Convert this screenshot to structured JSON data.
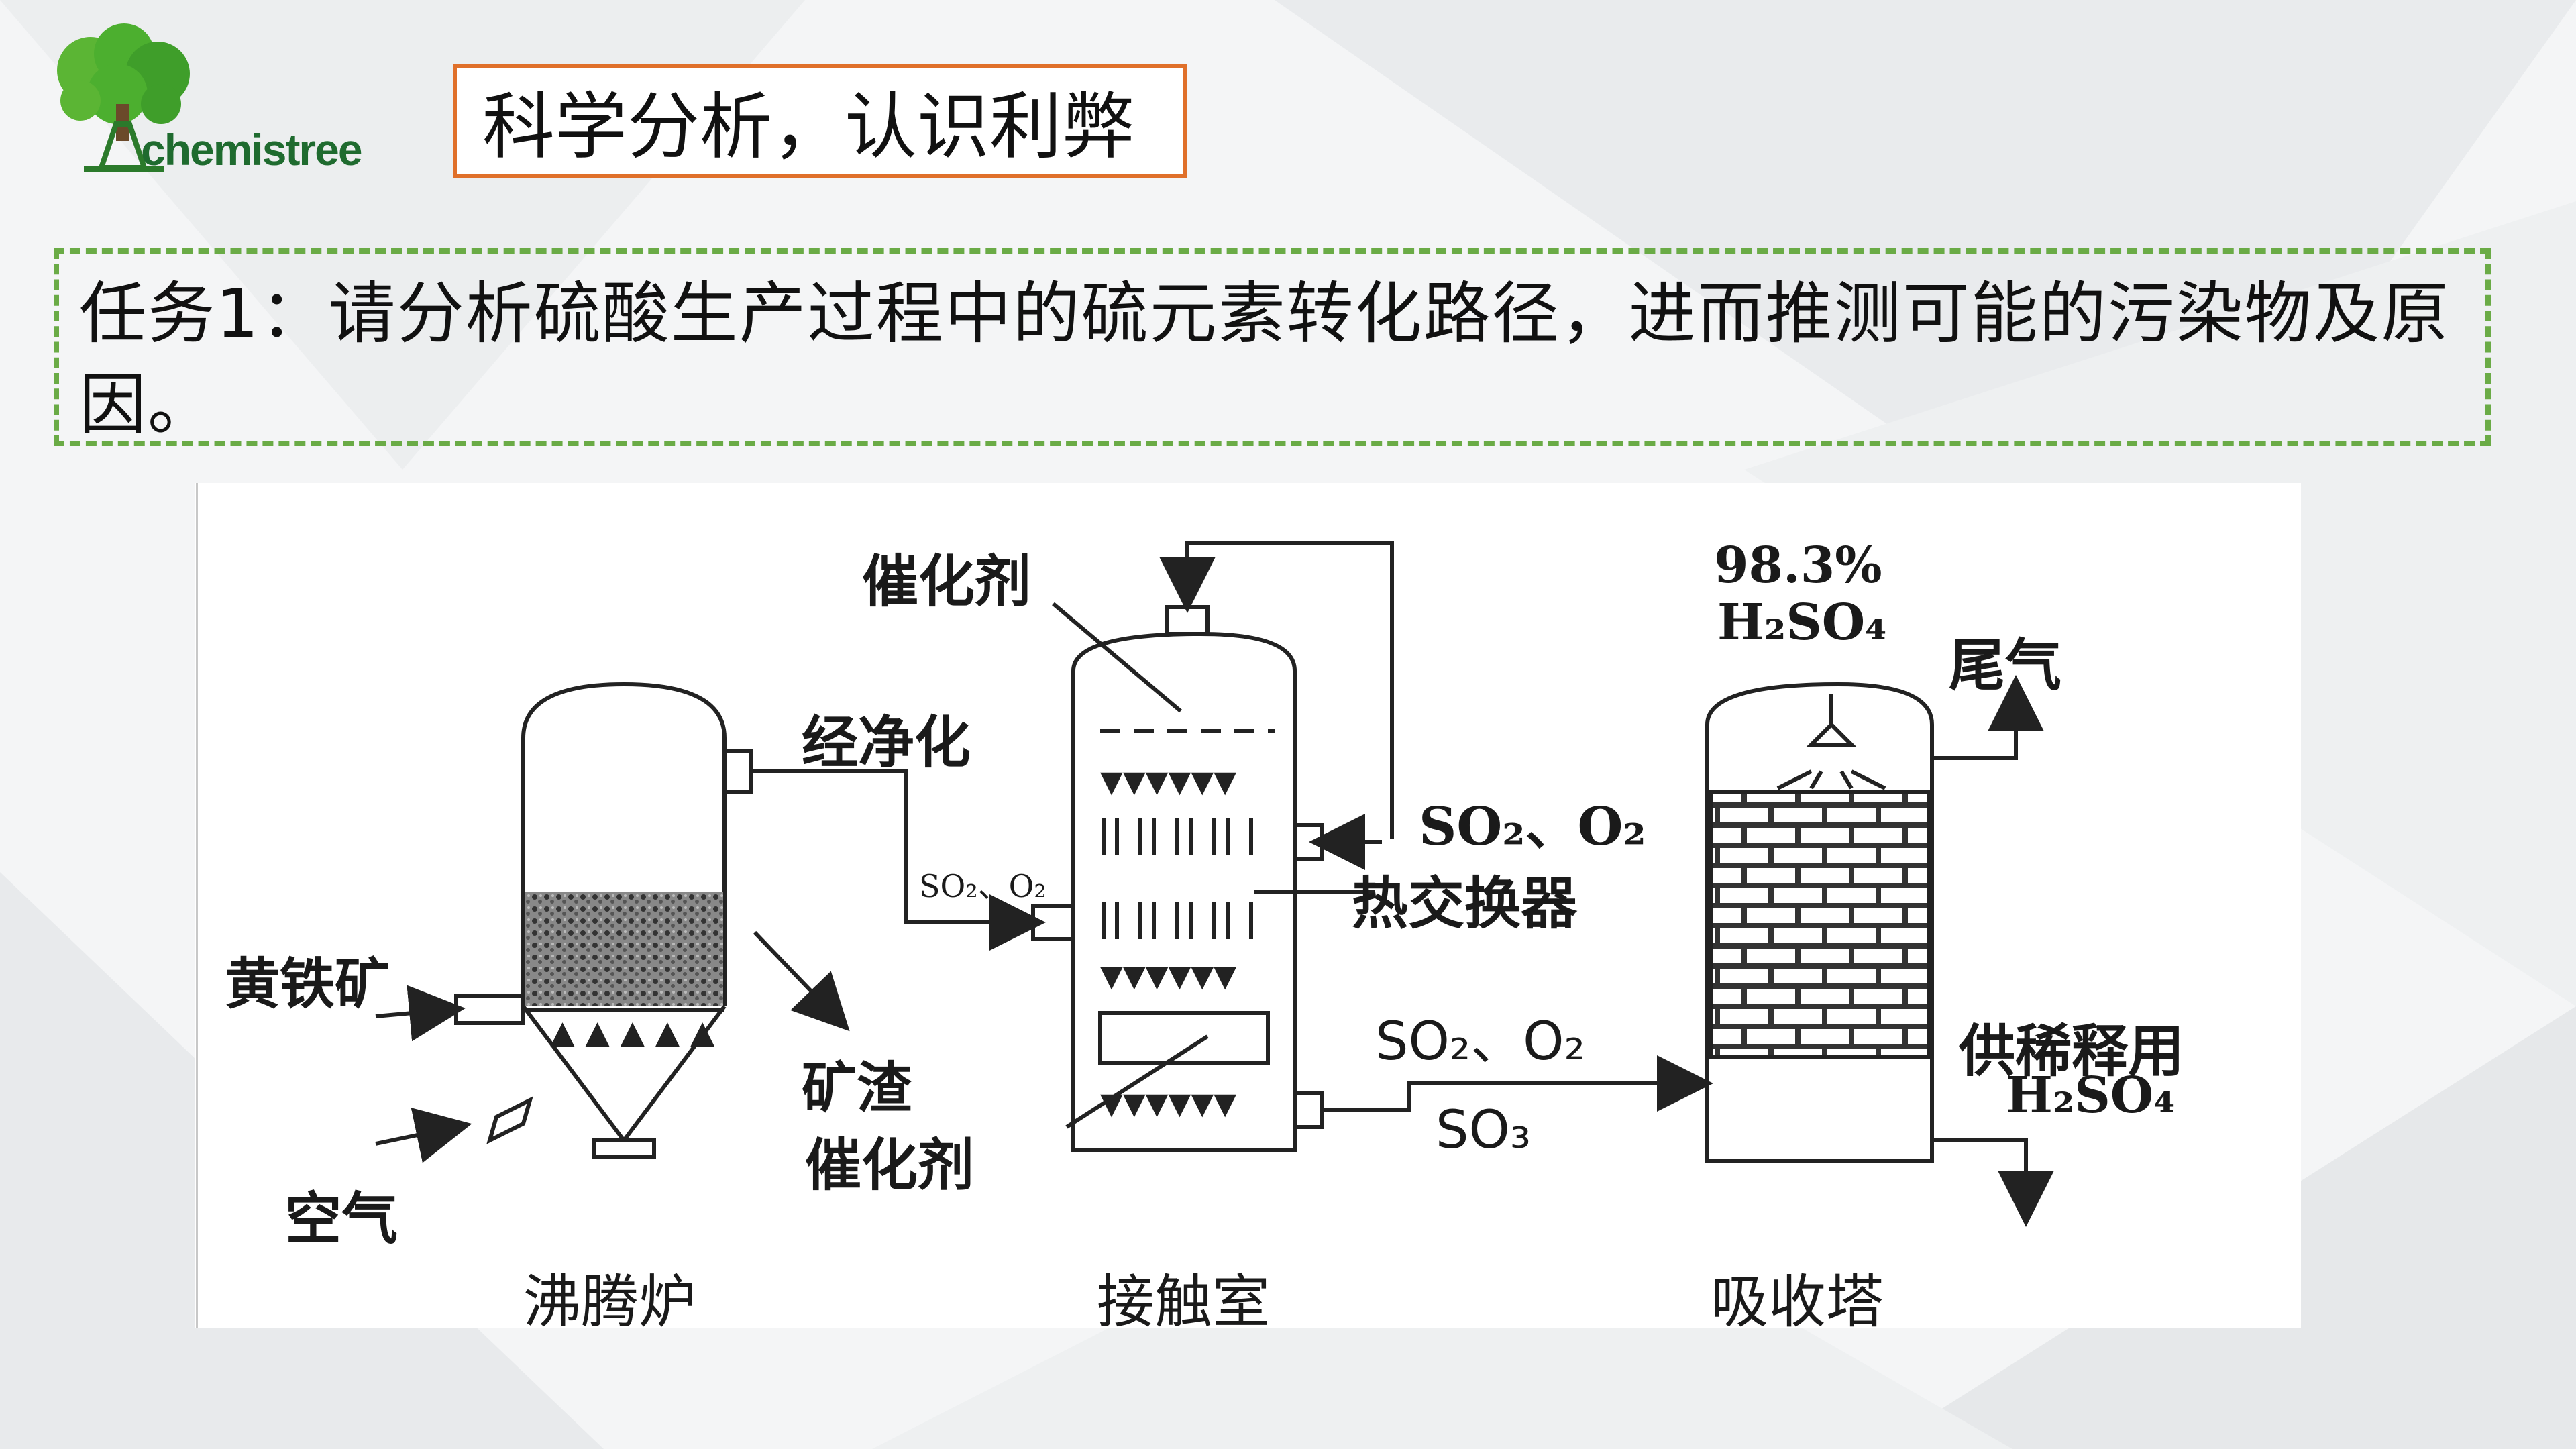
{
  "logo": {
    "text": "chemistree",
    "icon": "tree-flask-icon"
  },
  "header": {
    "title": "科学分析，认识利弊"
  },
  "task": {
    "text": "任务1：请分析硫酸生产过程中的硫元素转化路径，进而推测可能的污染物及原因。"
  },
  "diagram": {
    "labels": {
      "catalyst_top": "催化剂",
      "purified": "经净化",
      "so2_o2_small": "SO₂、O₂",
      "pyrite": "黄铁矿",
      "slag": "矿渣",
      "catalyst_bottom": "催化剂",
      "air": "空气",
      "so2_o2_exchanger": "SO₂、O₂",
      "heat_exchanger": "热交换器",
      "so2_o2_flow": "SO₂、O₂",
      "so3": "SO₃",
      "acid_conc": "98.3%",
      "acid_formula": "H₂SO₄",
      "tail_gas": "尾气",
      "dilute_use": "供稀释用",
      "dilute_formula": "H₂SO₄"
    },
    "captions": {
      "boiling_furnace": "沸腾炉",
      "contact_chamber": "接触室",
      "absorption_tower": "吸收塔"
    }
  },
  "colors": {
    "title_border": "#e0702a",
    "task_border": "#6aab46",
    "logo_green": "#4caf2f"
  }
}
